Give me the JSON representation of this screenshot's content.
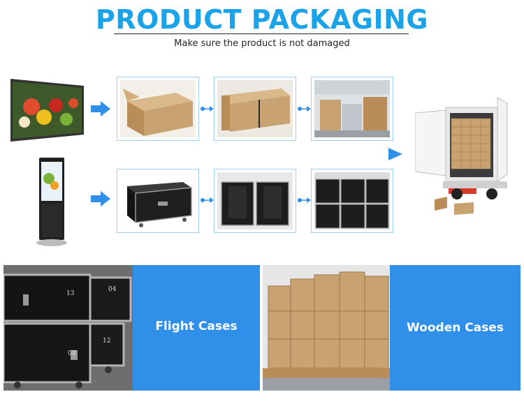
{
  "header": {
    "title": "PRODUCT PACKAGING",
    "subtitle": "Make sure the product is not damaged"
  },
  "flight_case_numbers": [
    "13",
    "04",
    "08",
    "12"
  ],
  "panels": {
    "flight_cases_label": "Flight Cases",
    "wooden_cases_label": "Wooden Cases"
  },
  "colors": {
    "accent": "#1aa3e8",
    "panel": "#2f8fe9",
    "frame_border": "#9fd0ee",
    "cardboard": "#c9a271",
    "case_black": "#1b1b1b"
  },
  "icons": {
    "big_arrow": "right-arrow-icon",
    "small_arrow": "dot-arrow-icon"
  }
}
